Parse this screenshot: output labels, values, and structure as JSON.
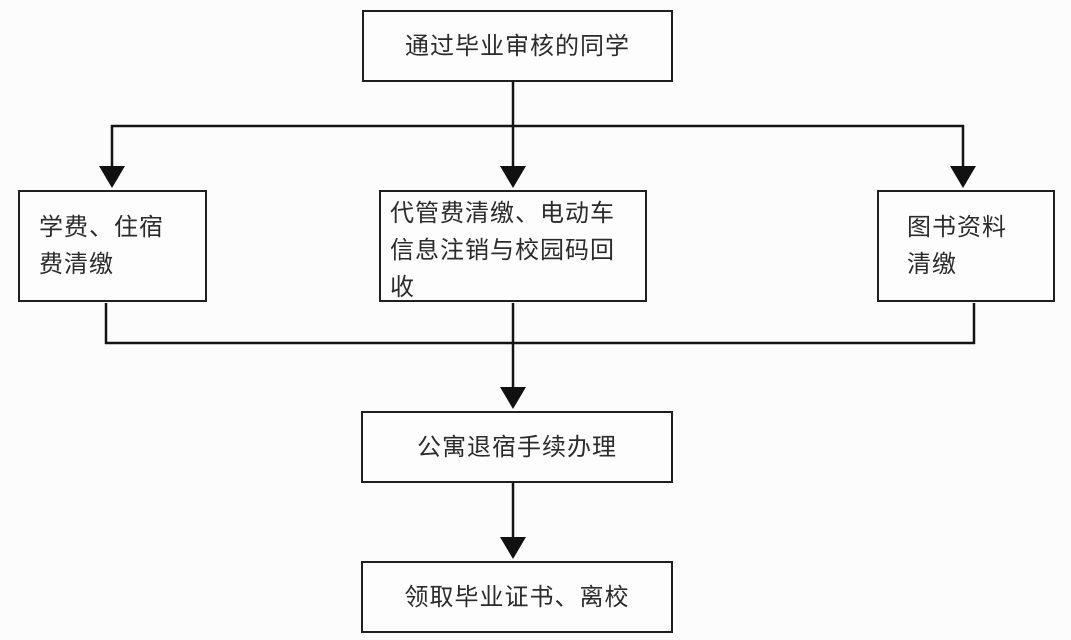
{
  "flowchart": {
    "colors": {
      "background": "#fcfcfc",
      "box_border": "#1f1f1f",
      "connector_line": "#141414",
      "arrowhead": "#111111",
      "text": "#2b2b2b"
    },
    "nodes": {
      "start": {
        "lines": [
          "通过毕业审核的同学"
        ]
      },
      "tuition": {
        "lines": [
          "学费、住宿",
          "费清缴"
        ]
      },
      "custody": {
        "lines": [
          "代管费清缴、电动车",
          "信息注销与校园码回",
          "收"
        ]
      },
      "library": {
        "lines": [
          "图书资料",
          "清缴"
        ]
      },
      "dorm": {
        "lines": [
          "公寓退宿手续办理"
        ]
      },
      "leave": {
        "lines": [
          "领取毕业证书、离校"
        ]
      }
    }
  }
}
